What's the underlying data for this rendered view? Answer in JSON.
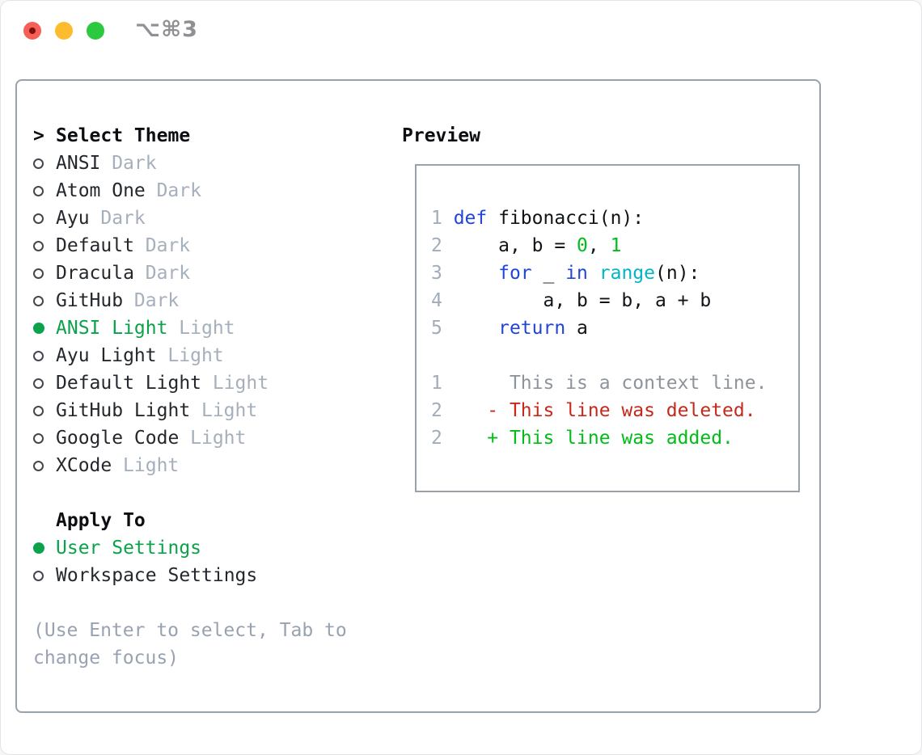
{
  "window": {
    "shortcut_label": "⌥⌘3",
    "traffic_lights": [
      "close",
      "minimize",
      "zoom"
    ]
  },
  "colors": {
    "selgreen": "#0aa24a",
    "blue": "#2145d6",
    "cyan": "#00b5c8",
    "green": "#00bd17",
    "red": "#c7281b",
    "fg": "#101418",
    "lnum": "#a2acba",
    "context": "#8e949c",
    "tag": "#a6afbc",
    "help": "#98a2b0"
  },
  "theme_selector": {
    "prompt_char": ">",
    "title": "Select Theme",
    "items": [
      {
        "name": "ANSI",
        "variant": "Dark",
        "selected": false
      },
      {
        "name": "Atom One",
        "variant": "Dark",
        "selected": false
      },
      {
        "name": "Ayu",
        "variant": "Dark",
        "selected": false
      },
      {
        "name": "Default",
        "variant": "Dark",
        "selected": false
      },
      {
        "name": "Dracula",
        "variant": "Dark",
        "selected": false
      },
      {
        "name": "GitHub",
        "variant": "Dark",
        "selected": false
      },
      {
        "name": "ANSI Light",
        "variant": "Light",
        "selected": true
      },
      {
        "name": "Ayu Light",
        "variant": "Light",
        "selected": false
      },
      {
        "name": "Default Light",
        "variant": "Light",
        "selected": false
      },
      {
        "name": "GitHub Light",
        "variant": "Light",
        "selected": false
      },
      {
        "name": "Google Code",
        "variant": "Light",
        "selected": false
      },
      {
        "name": "XCode",
        "variant": "Light",
        "selected": false
      }
    ],
    "apply_to": {
      "title": "Apply To",
      "options": [
        {
          "label": "User Settings",
          "selected": true
        },
        {
          "label": "Workspace Settings",
          "selected": false
        }
      ]
    },
    "help_lines": [
      "(Use Enter to select, Tab to",
      "change focus)"
    ]
  },
  "preview": {
    "title": "Preview",
    "code_lines": [
      {
        "num": "1",
        "segments": [
          {
            "t": "def",
            "c": "blue"
          },
          {
            "t": " fibonacci(n):",
            "c": "fg"
          }
        ]
      },
      {
        "num": "2",
        "segments": [
          {
            "t": "    a, b = ",
            "c": "fg"
          },
          {
            "t": "0",
            "c": "green"
          },
          {
            "t": ", ",
            "c": "fg"
          },
          {
            "t": "1",
            "c": "green"
          }
        ]
      },
      {
        "num": "3",
        "segments": [
          {
            "t": "    ",
            "c": "fg"
          },
          {
            "t": "for",
            "c": "blue"
          },
          {
            "t": " _ ",
            "c": "fg"
          },
          {
            "t": "in",
            "c": "blue"
          },
          {
            "t": " ",
            "c": "fg"
          },
          {
            "t": "range",
            "c": "cyan"
          },
          {
            "t": "(n):",
            "c": "fg"
          }
        ]
      },
      {
        "num": "4",
        "segments": [
          {
            "t": "        a, b = b, a + b",
            "c": "fg"
          }
        ]
      },
      {
        "num": "5",
        "segments": [
          {
            "t": "    ",
            "c": "fg"
          },
          {
            "t": "return",
            "c": "blue"
          },
          {
            "t": " a",
            "c": "fg"
          }
        ]
      },
      {
        "num": "",
        "segments": []
      },
      {
        "num": "1",
        "segments": [
          {
            "t": "     This is a context line.",
            "c": "context"
          }
        ]
      },
      {
        "num": "2",
        "segments": [
          {
            "t": "   - This line was deleted.",
            "c": "red"
          }
        ]
      },
      {
        "num": "2",
        "segments": [
          {
            "t": "   + This line was added.",
            "c": "addgreen"
          }
        ]
      }
    ]
  }
}
